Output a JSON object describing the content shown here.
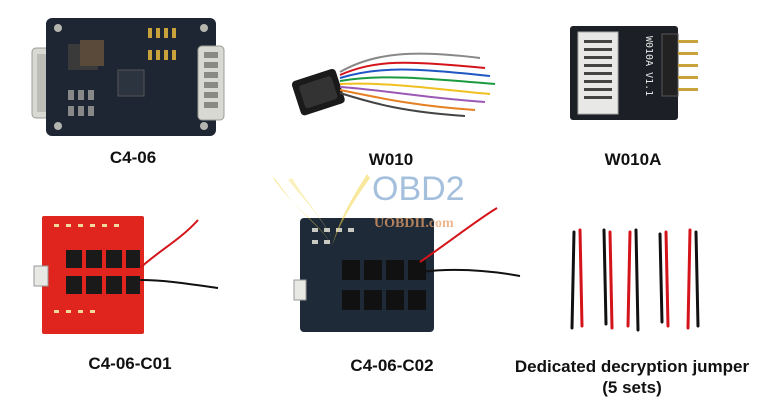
{
  "items": [
    {
      "label": "C4-06"
    },
    {
      "label": "W010"
    },
    {
      "label": "W010A"
    },
    {
      "label": "C4-06-C01"
    },
    {
      "label": "C4-06-C02"
    },
    {
      "label": "Dedicated decryption jumper",
      "label2": "(5 sets)"
    }
  ],
  "board_text": {
    "w010a_silk": "W010A V1.1"
  },
  "watermark": {
    "brand": "OBD2",
    "site": "UOBDII.com"
  },
  "colors": {
    "pcb_dark": "#1b2430",
    "pcb_red": "#e0251f",
    "connector_metal": "#c9c9c4",
    "wire_red": "#d4141a",
    "wire_black": "#111111",
    "watermark_yellow": "#f3d64a",
    "watermark_blue": "#7ea6cf"
  }
}
